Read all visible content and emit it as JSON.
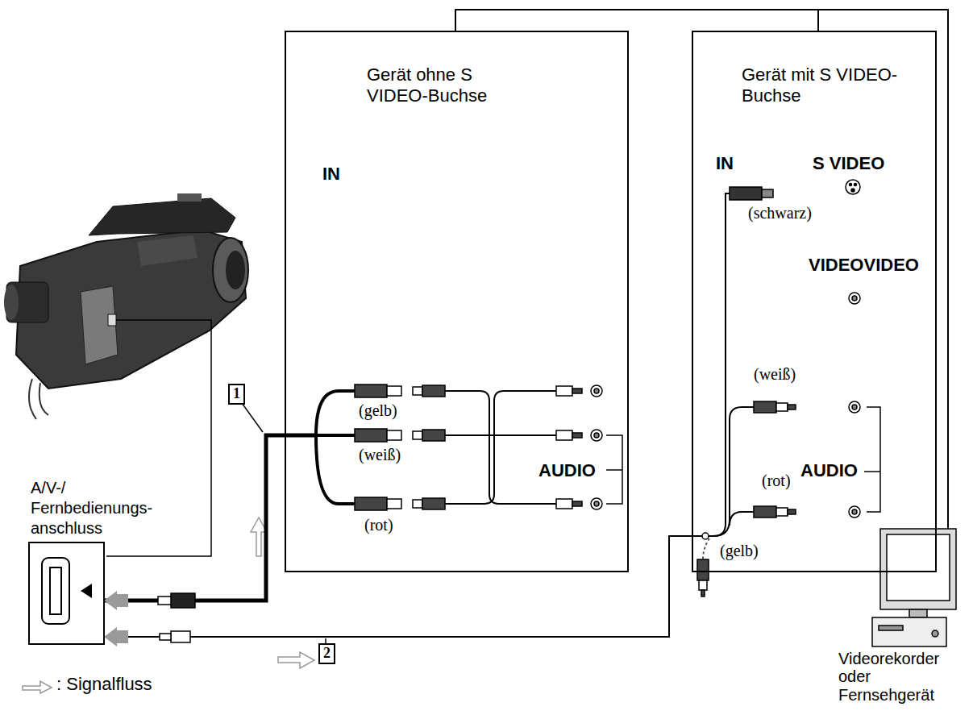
{
  "diagram": {
    "nodes": [
      {
        "text": [
          "Gerät ohne S VIDEO-Buchse"
        ]
      },
      {
        "text": [
          "Gerät mit S VIDEO-Buchse"
        ]
      },
      {
        "text": [
          "A/V-/ Fernbedienungs- anschluss"
        ]
      }
    ],
    "edges": [
      {
        "from": 0,
        "to": 2,
        "arrow": "to"
      },
      {
        "from": 1,
        "to": 2,
        "arrow": "to"
      }
    ],
    "labels": [
      "IN",
      "(gelb)",
      "(weiß)",
      "(rot)",
      "AUDIO",
      "IN",
      "S VIDEO",
      "(schwarz)",
      "VIDEOVIDEO",
      "(weiß)",
      "AUDIO",
      "(rot)",
      "(gelb)",
      "1",
      "2",
      "Videorekorder oder Fernsehgerät"
    ],
    "legend": [
      {
        "text": ": Signalfluss"
      }
    ]
  }
}
